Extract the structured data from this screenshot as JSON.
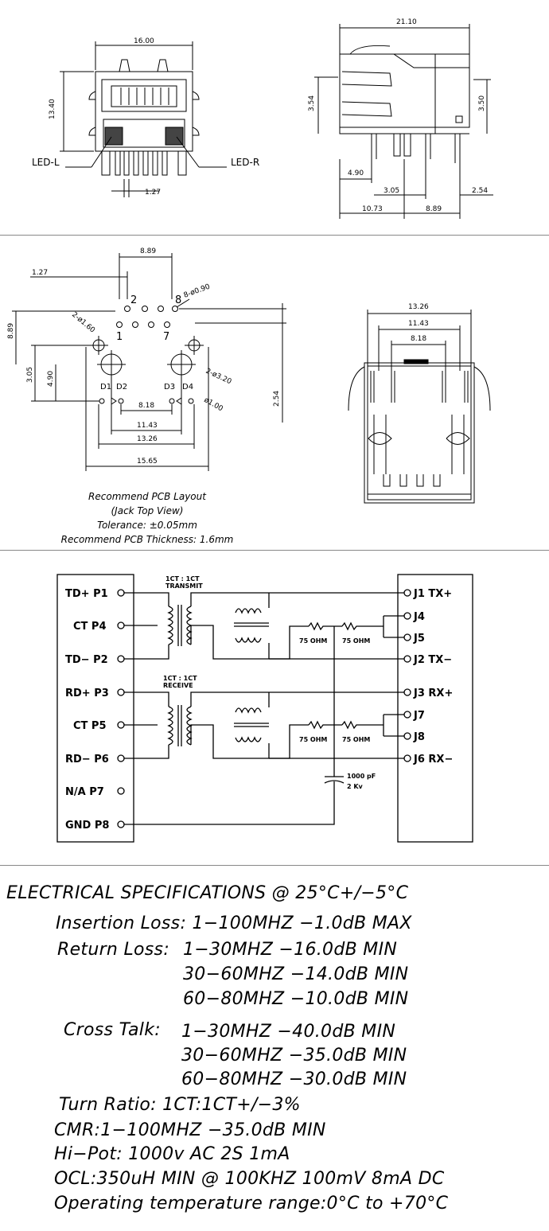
{
  "mech": {
    "front": {
      "width": "16.00",
      "height": "13.40",
      "pitch": "1.27",
      "led_left": "LED-L",
      "led_right": "LED-R"
    },
    "side": {
      "length": "21.10",
      "h_left": "3.54",
      "h_right": "3.50",
      "d1": "4.90",
      "d2": "3.05",
      "d3": "2.54",
      "d4": "10.73",
      "d5": "8.89"
    }
  },
  "pcb": {
    "dims": {
      "top": "8.89",
      "pitch": "1.27",
      "pin_hole": "8-ø0.90",
      "hole_l": "2-ø1.60",
      "left_v": "8.89",
      "v305": "3.05",
      "v490": "4.90",
      "hole_big": "2-ø3.20",
      "led_hole": "ø1.00",
      "right_v": "2.54",
      "w818": "8.18",
      "w1143": "11.43",
      "w1326": "13.26",
      "w1565": "15.65"
    },
    "pin_labels": {
      "p2": "2",
      "p8": "8",
      "p1": "1",
      "p7": "7",
      "d1": "D1",
      "d2": "D2",
      "d3": "D3",
      "d4": "D4"
    },
    "notes": [
      "Recommend PCB Layout",
      "(Jack Top View)",
      "Tolerance: ±0.05mm",
      "Recommend PCB Thickness: 1.6mm"
    ],
    "top": {
      "w1326": "13.26",
      "w1143": "11.43",
      "w818": "8.18"
    }
  },
  "schematic": {
    "left_pins": [
      "TD+ P1",
      "CT P4",
      "TD− P2",
      "RD+ P3",
      "CT P5",
      "RD− P6",
      "N/A P7",
      "GND P8"
    ],
    "right_pins": [
      "J1 TX+",
      "J4",
      "J5",
      "J2 TX−",
      "J3 RX+",
      "J7",
      "J8",
      "J6 RX−"
    ],
    "tx_label": [
      "1CT : 1CT",
      "TRANSMIT"
    ],
    "rx_label": [
      "1CT : 1CT",
      "RECEIVE"
    ],
    "resistors": [
      "75 OHM",
      "75 OHM",
      "75 OHM",
      "75 OHM"
    ],
    "cap": [
      "1000 pF",
      "2 Kv"
    ]
  },
  "specs": {
    "title": "ELECTRICAL SPECIFICATIONS @ 25°C+/−5°C",
    "insertion": "Insertion Loss: 1−100MHZ   −1.0dB MAX",
    "return_label": "Return Loss:",
    "return_rows": [
      "1−30MHZ       −16.0dB MIN",
      "30−60MHZ   −14.0dB MIN",
      "60−80MHZ   −10.0dB MIN"
    ],
    "cross_label": "Cross Talk:",
    "cross_rows": [
      "1−30MHZ       −40.0dB MIN",
      "30−60MHZ   −35.0dB MIN",
      "60−80MHZ   −30.0dB MIN"
    ],
    "turn": "Turn Ratio: 1CT:1CT+/−3%",
    "cmr": "CMR:1−100MHZ   −35.0dB MIN",
    "hipot": "Hi−Pot:   1000v AC 2S 1mA",
    "ocl": "OCL:350uH MIN @ 100KHZ 100mV 8mA DC",
    "temp": "Operating temperature range:0°C to +70°C"
  }
}
